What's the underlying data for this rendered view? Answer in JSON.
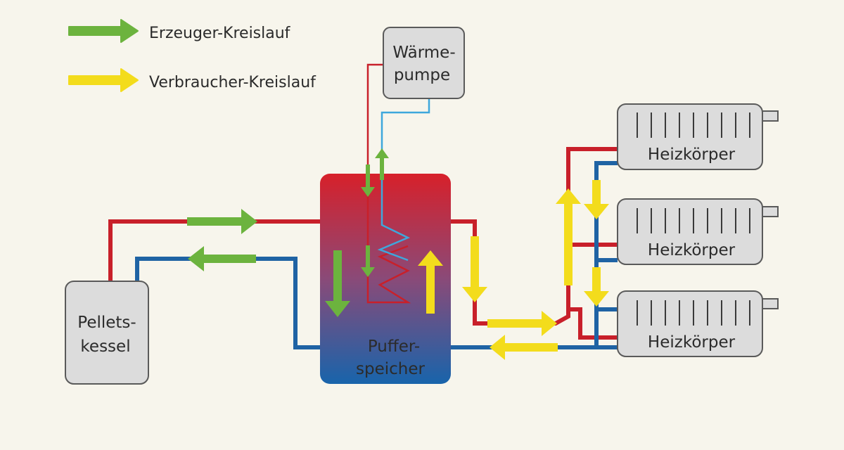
{
  "legend": {
    "producer": "Erzeuger-Kreislauf",
    "consumer": "Verbraucher-Kreislauf"
  },
  "components": {
    "heat_pump": [
      "Wärme-",
      "pumpe"
    ],
    "pellet_boiler": [
      "Pellets-",
      "kessel"
    ],
    "buffer_tank": [
      "Puffer-",
      "speicher"
    ],
    "radiator_1": "Heizkörper",
    "radiator_2": "Heizkörper",
    "radiator_3": "Heizkörper"
  },
  "colors": {
    "background": "#f7f5ec",
    "hot_pipe": "#c8202a",
    "cold_pipe": "#1f63a4",
    "heat_pump_pipe": "#3ea7dc",
    "producer_arrow": "#6cb33e",
    "consumer_arrow": "#f3dc1c",
    "box_fill": "#dcdcdc",
    "box_stroke": "#5a5a5a"
  }
}
